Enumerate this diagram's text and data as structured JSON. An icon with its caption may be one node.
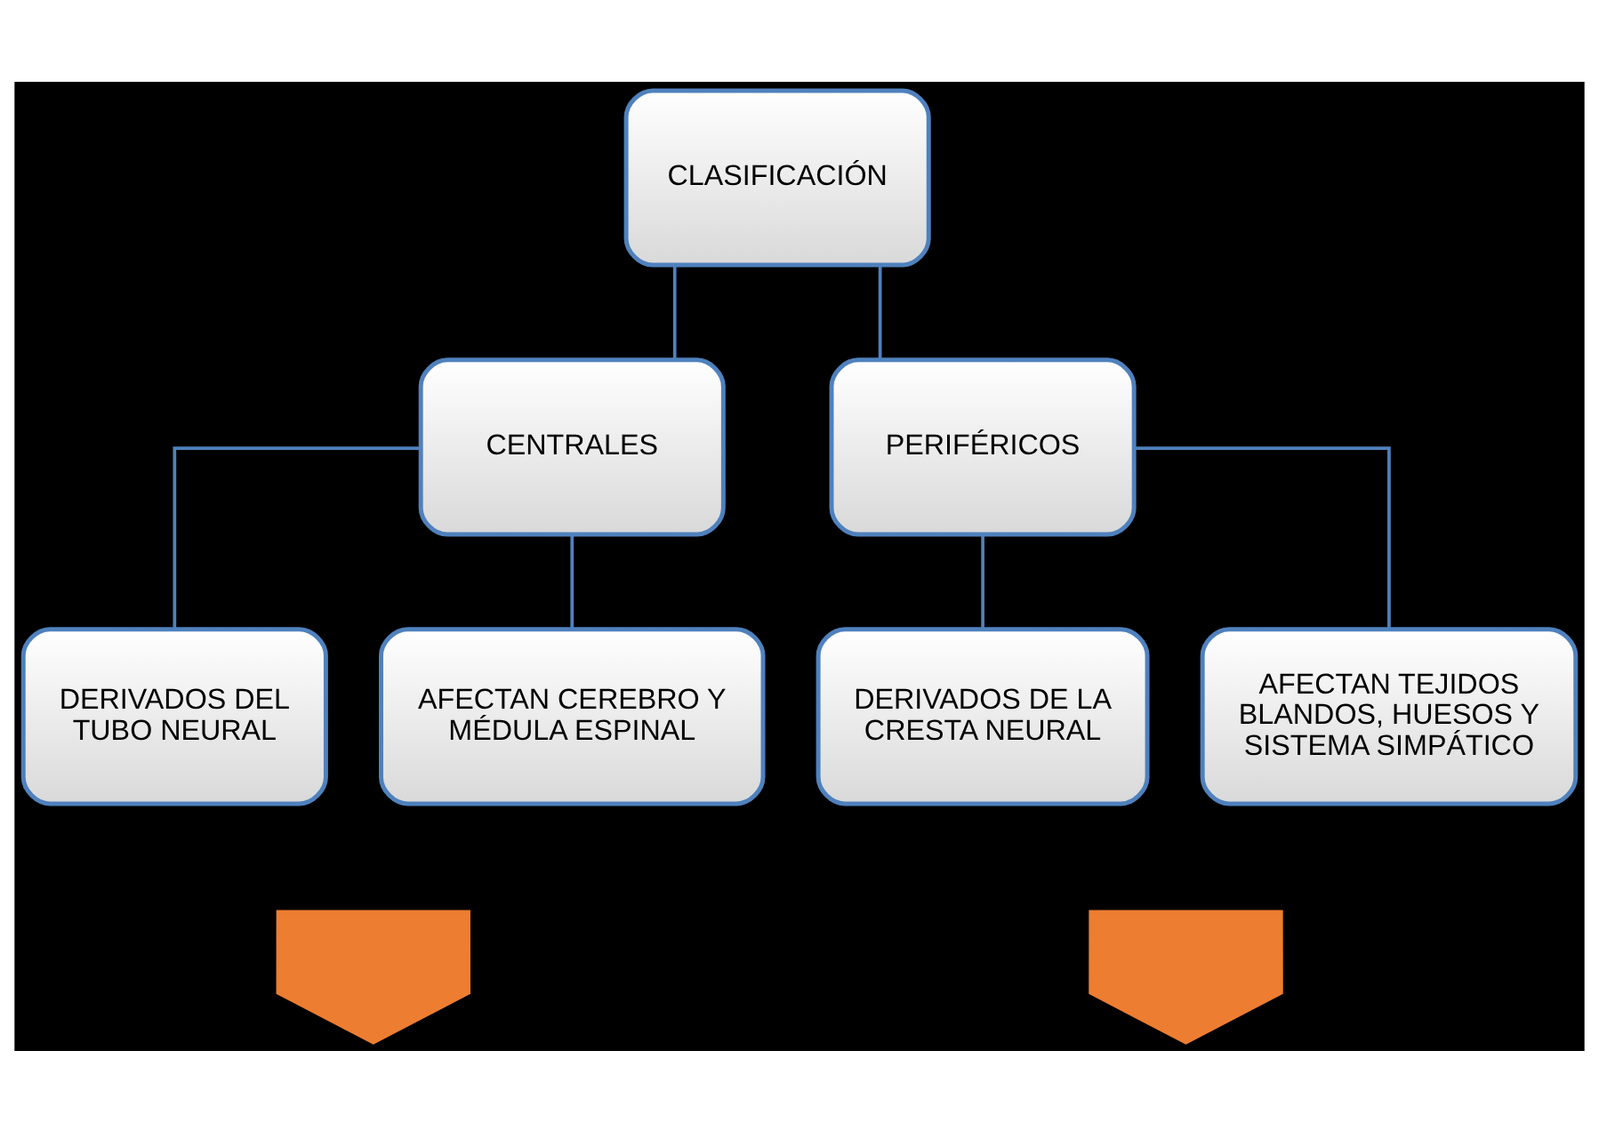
{
  "diagram": {
    "nodes": [
      {
        "text": [
          "CLASIFICACIÓN"
        ]
      },
      {
        "text": [
          "CENTRALES"
        ]
      },
      {
        "text": [
          "PERIFÉRICOS"
        ]
      },
      {
        "text": [
          "DERIVADOS DEL TUBO NEURAL"
        ]
      },
      {
        "text": [
          "AFECTAN CEREBRO Y MÉDULA ESPINAL"
        ]
      },
      {
        "text": [
          "DERIVADOS DE LA CRESTA NEURAL"
        ]
      },
      {
        "text": [
          "AFECTAN TEJIDOS BLANDOS, HUESOS Y SISTEMA SIMPÁTICO"
        ]
      },
      {
        "text": [],
        "shape": "arrow"
      },
      {
        "text": [],
        "shape": "arrow"
      }
    ],
    "edges": [
      {
        "from": 0,
        "to": 1,
        "arrow": "none"
      },
      {
        "from": 0,
        "to": 2,
        "arrow": "none"
      },
      {
        "from": 1,
        "to": 3,
        "arrow": "none"
      },
      {
        "from": 1,
        "to": 4,
        "arrow": "none"
      },
      {
        "from": 2,
        "to": 5,
        "arrow": "none"
      },
      {
        "from": 2,
        "to": 6,
        "arrow": "none"
      }
    ]
  }
}
